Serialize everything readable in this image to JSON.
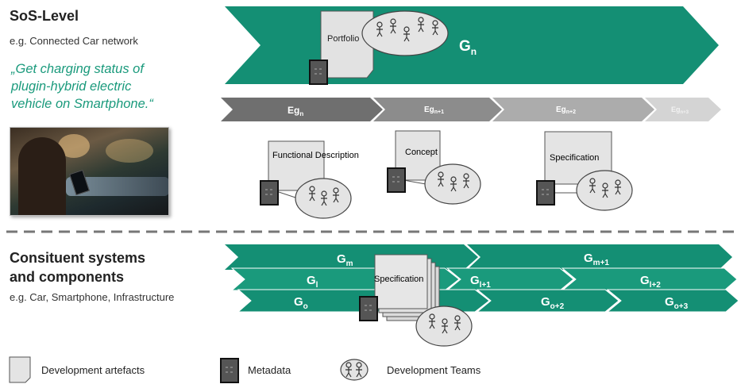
{
  "sos": {
    "title": "SoS-Level",
    "example": "e.g. Connected  Car network",
    "quote_lines": [
      "„Get charging status of",
      "plugin-hybrid electric",
      "vehicle on Smartphone.“"
    ]
  },
  "top_process": {
    "label": "G",
    "sub": "n",
    "artefact": "Portfolio"
  },
  "stages": [
    {
      "label": "Eg",
      "sub": "n"
    },
    {
      "label": "Eg",
      "sub": "n+1"
    },
    {
      "label": "Eg",
      "sub": "n+2"
    },
    {
      "label": "Eg",
      "sub": "n+3"
    }
  ],
  "stage_artefacts": [
    "Functional Description",
    "Concept",
    "Specification"
  ],
  "constituent": {
    "title_lines": [
      "Consituent systems",
      "and components"
    ],
    "example": "e.g. Car, Smartphone,  Infrastructure",
    "artefact": "Specification"
  },
  "goal_rows": [
    [
      {
        "label": "G",
        "sub": "m"
      },
      {
        "label": "G",
        "sub": "m+1"
      }
    ],
    [
      {
        "label": "G",
        "sub": "l"
      },
      {
        "label": "G",
        "sub": "l+1"
      },
      {
        "label": "G",
        "sub": "l+2"
      }
    ],
    [
      {
        "label": "G",
        "sub": "o"
      },
      {
        "label": "G",
        "sub": "o+2"
      },
      {
        "label": "G",
        "sub": "o+3"
      }
    ]
  ],
  "legend": {
    "artefacts": "Development  artefacts",
    "metadata": "Metadata",
    "teams": "Development Teams"
  },
  "colors": {
    "teal": "#148f74",
    "teal_light": "#1ea384",
    "quote": "#1a9a7c",
    "stage_shades": [
      "#6f6f6f",
      "#8c8c8c",
      "#acacac",
      "#cfcfcf"
    ]
  }
}
